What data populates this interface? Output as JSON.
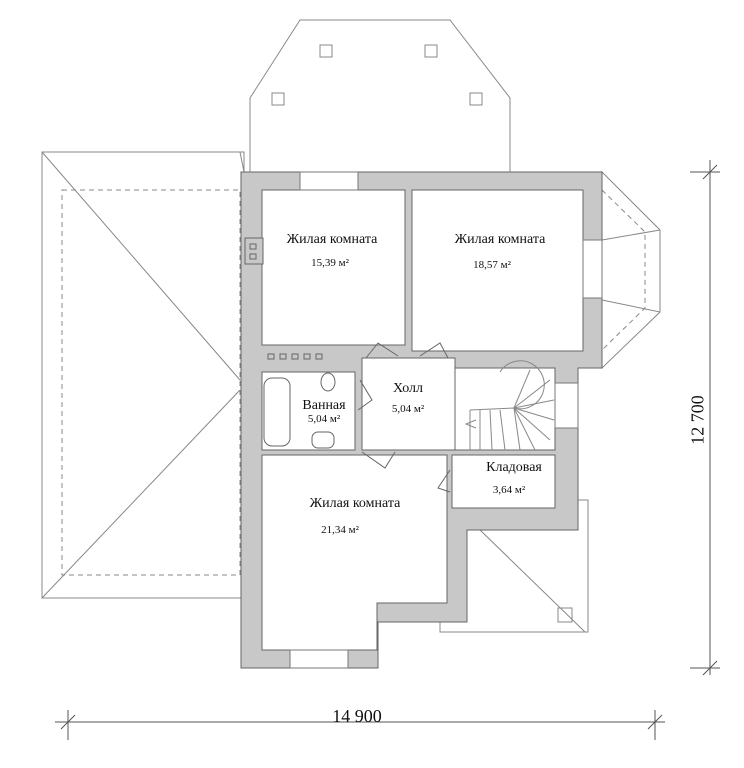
{
  "plan": {
    "rooms": [
      {
        "name": "Жилая комната",
        "area": "15,39 м²"
      },
      {
        "name": "Жилая комната",
        "area": "18,57 м²"
      },
      {
        "name": "Ванная",
        "area": "5,04 м²"
      },
      {
        "name": "Холл",
        "area": "5,04 м²"
      },
      {
        "name": "Кладовая",
        "area": "3,64 м²"
      },
      {
        "name": "Жилая комната",
        "area": "21,34 м²"
      }
    ],
    "dimensions": {
      "width": "14 900",
      "height": "12 700"
    },
    "colors": {
      "wall": "#c8c8c8",
      "line": "#777777"
    }
  }
}
